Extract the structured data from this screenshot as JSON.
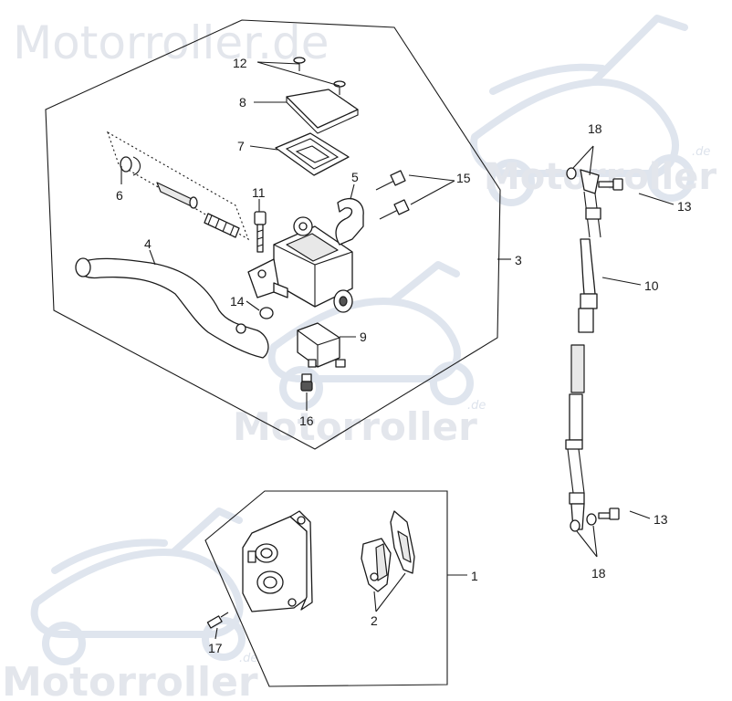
{
  "watermarks": {
    "top": "Motorroller.de",
    "mid": "Motorroller",
    "right": "Motorroller",
    "bottom": "Motorroller",
    "tld_mid": ".de",
    "tld_right": ".de",
    "tld_bottom": ".de"
  },
  "callouts": {
    "c1": "1",
    "c2": "2",
    "c3": "3",
    "c4": "4",
    "c5": "5",
    "c6": "6",
    "c7": "7",
    "c8": "8",
    "c9": "9",
    "c10": "10",
    "c11": "11",
    "c12": "12",
    "c13a": "13",
    "c13b": "13",
    "c14": "14",
    "c15": "15",
    "c16": "16",
    "c17": "17",
    "c18a": "18",
    "c18b": "18"
  }
}
